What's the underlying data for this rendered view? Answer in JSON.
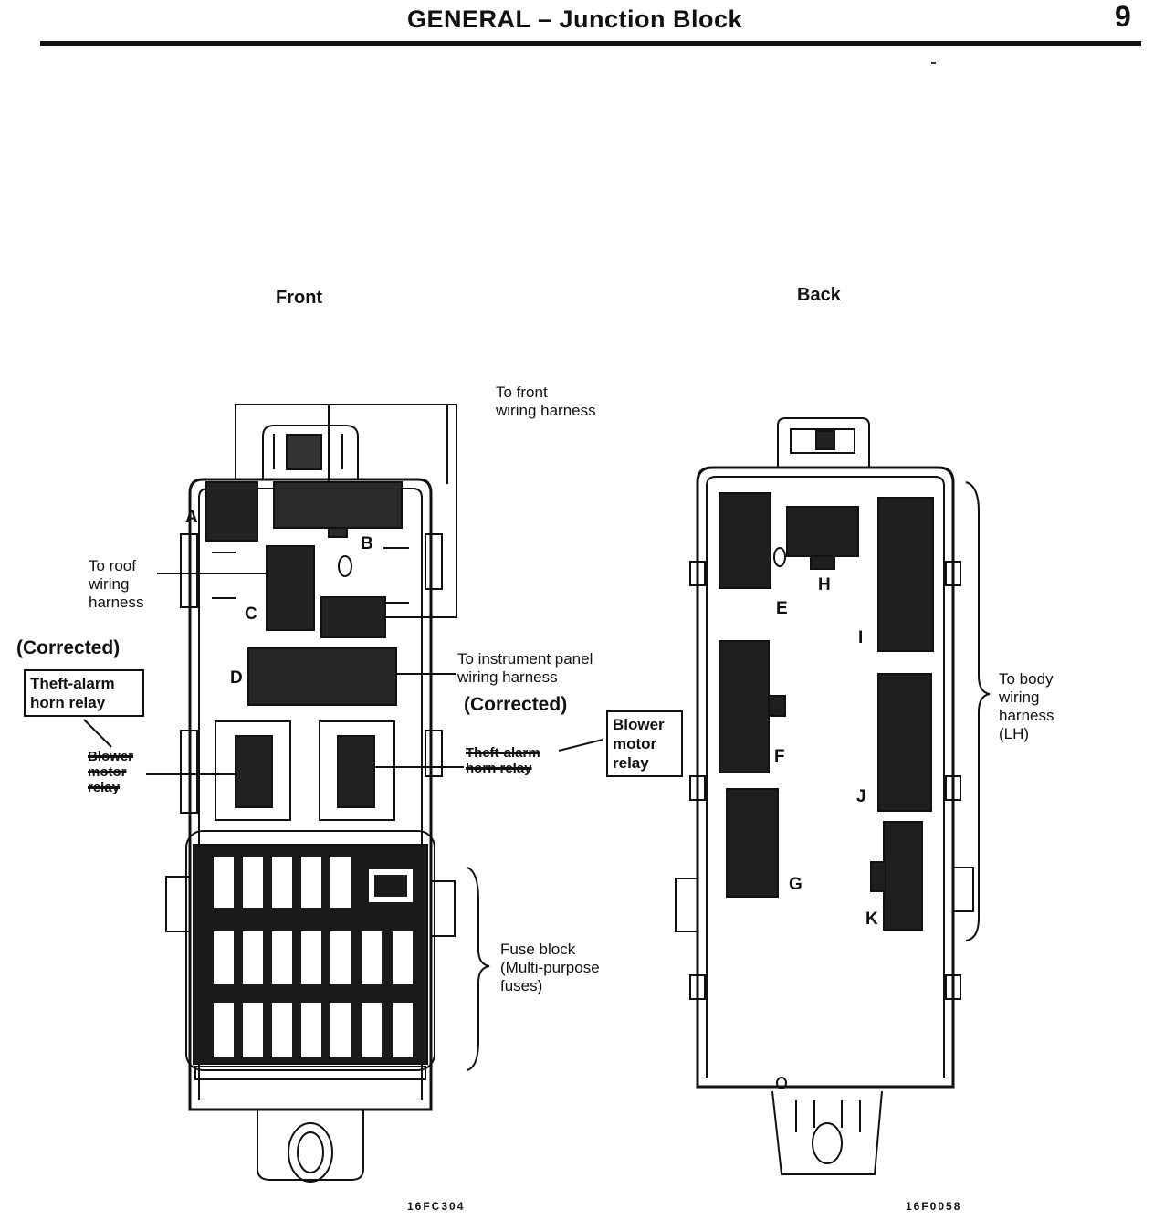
{
  "header": {
    "title": "GENERAL – Junction Block",
    "page_number": "9"
  },
  "views": {
    "front": "Front",
    "back": "Back"
  },
  "front_labels": {
    "front_harness": [
      "To front",
      "wiring harness"
    ],
    "roof_harness": [
      "To roof",
      "wiring",
      "harness"
    ],
    "instrument_harness": [
      "To instrument panel",
      "wiring harness"
    ],
    "fuse_block": [
      "Fuse block",
      "(Multi-purpose",
      "fuses)"
    ]
  },
  "corrections": {
    "left": {
      "heading": "(Corrected)",
      "box": [
        "Theft-alarm",
        "horn relay"
      ],
      "struck": [
        "Blower",
        "motor",
        "relay"
      ]
    },
    "right": {
      "heading": "(Corrected)",
      "box": [
        "Blower",
        "motor",
        "relay"
      ],
      "struck": [
        "Theft-alarm",
        "horn relay"
      ]
    }
  },
  "back_labels": {
    "body_harness": [
      "To body",
      "wiring",
      "harness",
      "(LH)"
    ]
  },
  "connector_letters": {
    "front": [
      "A",
      "B",
      "C",
      "D"
    ],
    "back": [
      "E",
      "F",
      "G",
      "H",
      "I",
      "J",
      "K"
    ]
  },
  "figure_codes": {
    "front": "16FC304",
    "back": "16F0058"
  }
}
